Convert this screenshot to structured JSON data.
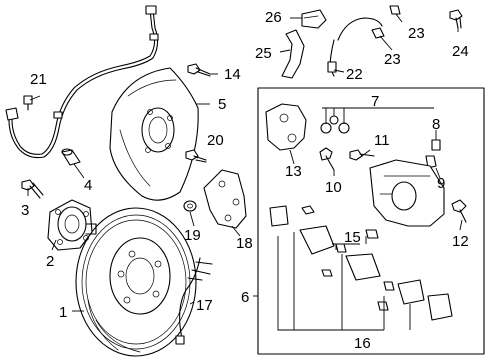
{
  "labels": {
    "l1": "1",
    "l2": "2",
    "l3": "3",
    "l4": "4",
    "l5": "5",
    "l6": "6",
    "l7": "7",
    "l8": "8",
    "l9": "9",
    "l10": "10",
    "l11": "11",
    "l12": "12",
    "l13": "13",
    "l14": "14",
    "l15": "15",
    "l16": "16",
    "l17": "17",
    "l18": "18",
    "l19": "19",
    "l20": "20",
    "l21": "21",
    "l22": "22",
    "l23a": "23",
    "l23b": "23",
    "l24": "24",
    "l25": "25",
    "l26": "26"
  },
  "icons": {
    "rotor": "brake-rotor-icon",
    "hub": "wheel-hub-icon",
    "shield": "dust-shield-icon",
    "caliper": "brake-caliper-icon",
    "bracket": "caliper-bracket-icon",
    "pads": "brake-pad-icon",
    "sensor": "wheel-speed-sensor-icon",
    "bolt": "bolt-icon"
  }
}
